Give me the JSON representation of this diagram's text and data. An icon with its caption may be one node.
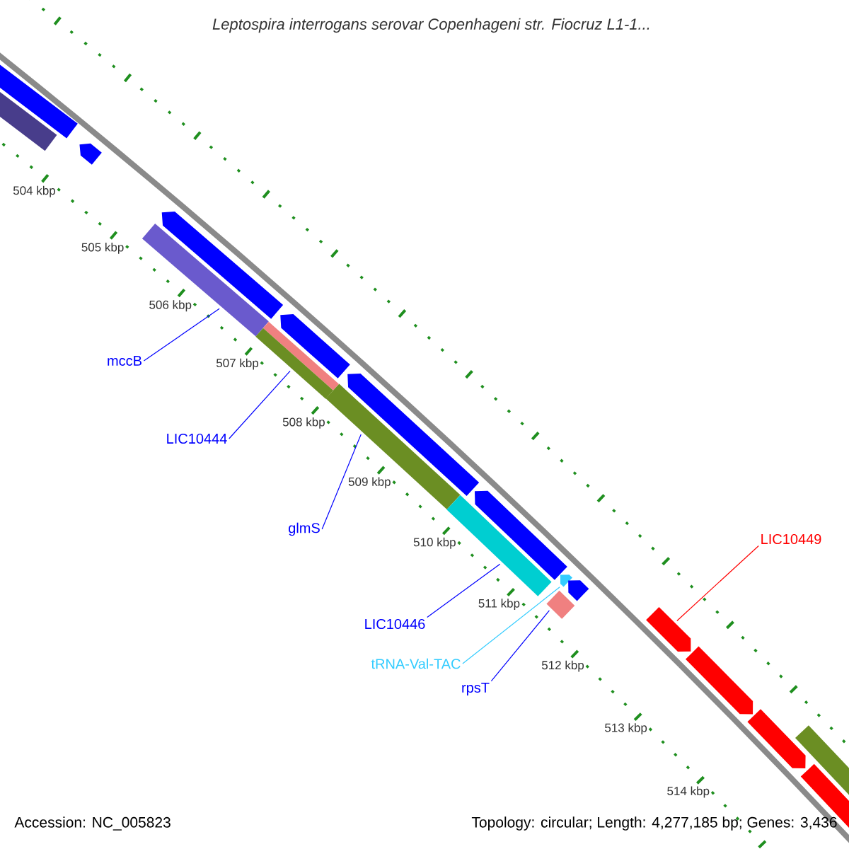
{
  "diagram": {
    "title": "Leptospira interrogans serovar Copenhageni str. Fiocruz L1-1...",
    "nodes": [
      {
        "text": [],
        "shape": "arrow"
      },
      {
        "text": [],
        "shape": "bar"
      },
      {
        "text": [],
        "shape": "arrow"
      },
      {
        "text": [],
        "shape": "arrow"
      },
      {
        "text": [],
        "shape": "bar"
      },
      {
        "text": [
          "mccB"
        ]
      },
      {
        "text": [],
        "shape": "arrow"
      },
      {
        "text": [],
        "shape": "bar"
      },
      {
        "text": [],
        "shape": "bar"
      },
      {
        "text": [
          "LIC10444"
        ]
      },
      {
        "text": [],
        "shape": "arrow"
      },
      {
        "text": [],
        "shape": "bar"
      },
      {
        "text": [
          "glmS"
        ]
      },
      {
        "text": [],
        "shape": "arrow"
      },
      {
        "text": [],
        "shape": "bar"
      },
      {
        "text": [
          "LIC10446"
        ]
      },
      {
        "text": [],
        "shape": "arrow"
      },
      {
        "text": [],
        "shape": "arrow"
      },
      {
        "text": [],
        "shape": "bar"
      },
      {
        "text": [
          "tRNA-Val-TAC"
        ]
      },
      {
        "text": [
          "rpsT"
        ]
      },
      {
        "text": [
          "LIC10449"
        ]
      },
      {
        "text": [],
        "shape": "arrow"
      },
      {
        "text": [],
        "shape": "arrow"
      },
      {
        "text": [],
        "shape": "arrow"
      },
      {
        "text": [],
        "shape": "arrow"
      },
      {
        "text": [],
        "shape": "bar"
      }
    ],
    "edges": [
      {
        "from": 5,
        "to": 4,
        "arrow": "none"
      },
      {
        "from": 9,
        "to": 8,
        "arrow": "none"
      },
      {
        "from": 12,
        "to": 11,
        "arrow": "none"
      },
      {
        "from": 15,
        "to": 14,
        "arrow": "none"
      },
      {
        "from": 19,
        "to": 16,
        "arrow": "none",
        "color": "#33ccff"
      },
      {
        "from": 20,
        "to": 18,
        "arrow": "none"
      },
      {
        "from": 21,
        "to": 22,
        "arrow": "none",
        "color": "#ff0000"
      }
    ],
    "labels": [
      "504 kbp",
      "505 kbp",
      "506 kbp",
      "507 kbp",
      "508 kbp",
      "509 kbp",
      "510 kbp",
      "511 kbp",
      "512 kbp",
      "513 kbp",
      "514 kbp",
      "Accession: NC_005823",
      "Topology: circular; Length: 4,277,185 bp; Genes: 3,436"
    ]
  }
}
